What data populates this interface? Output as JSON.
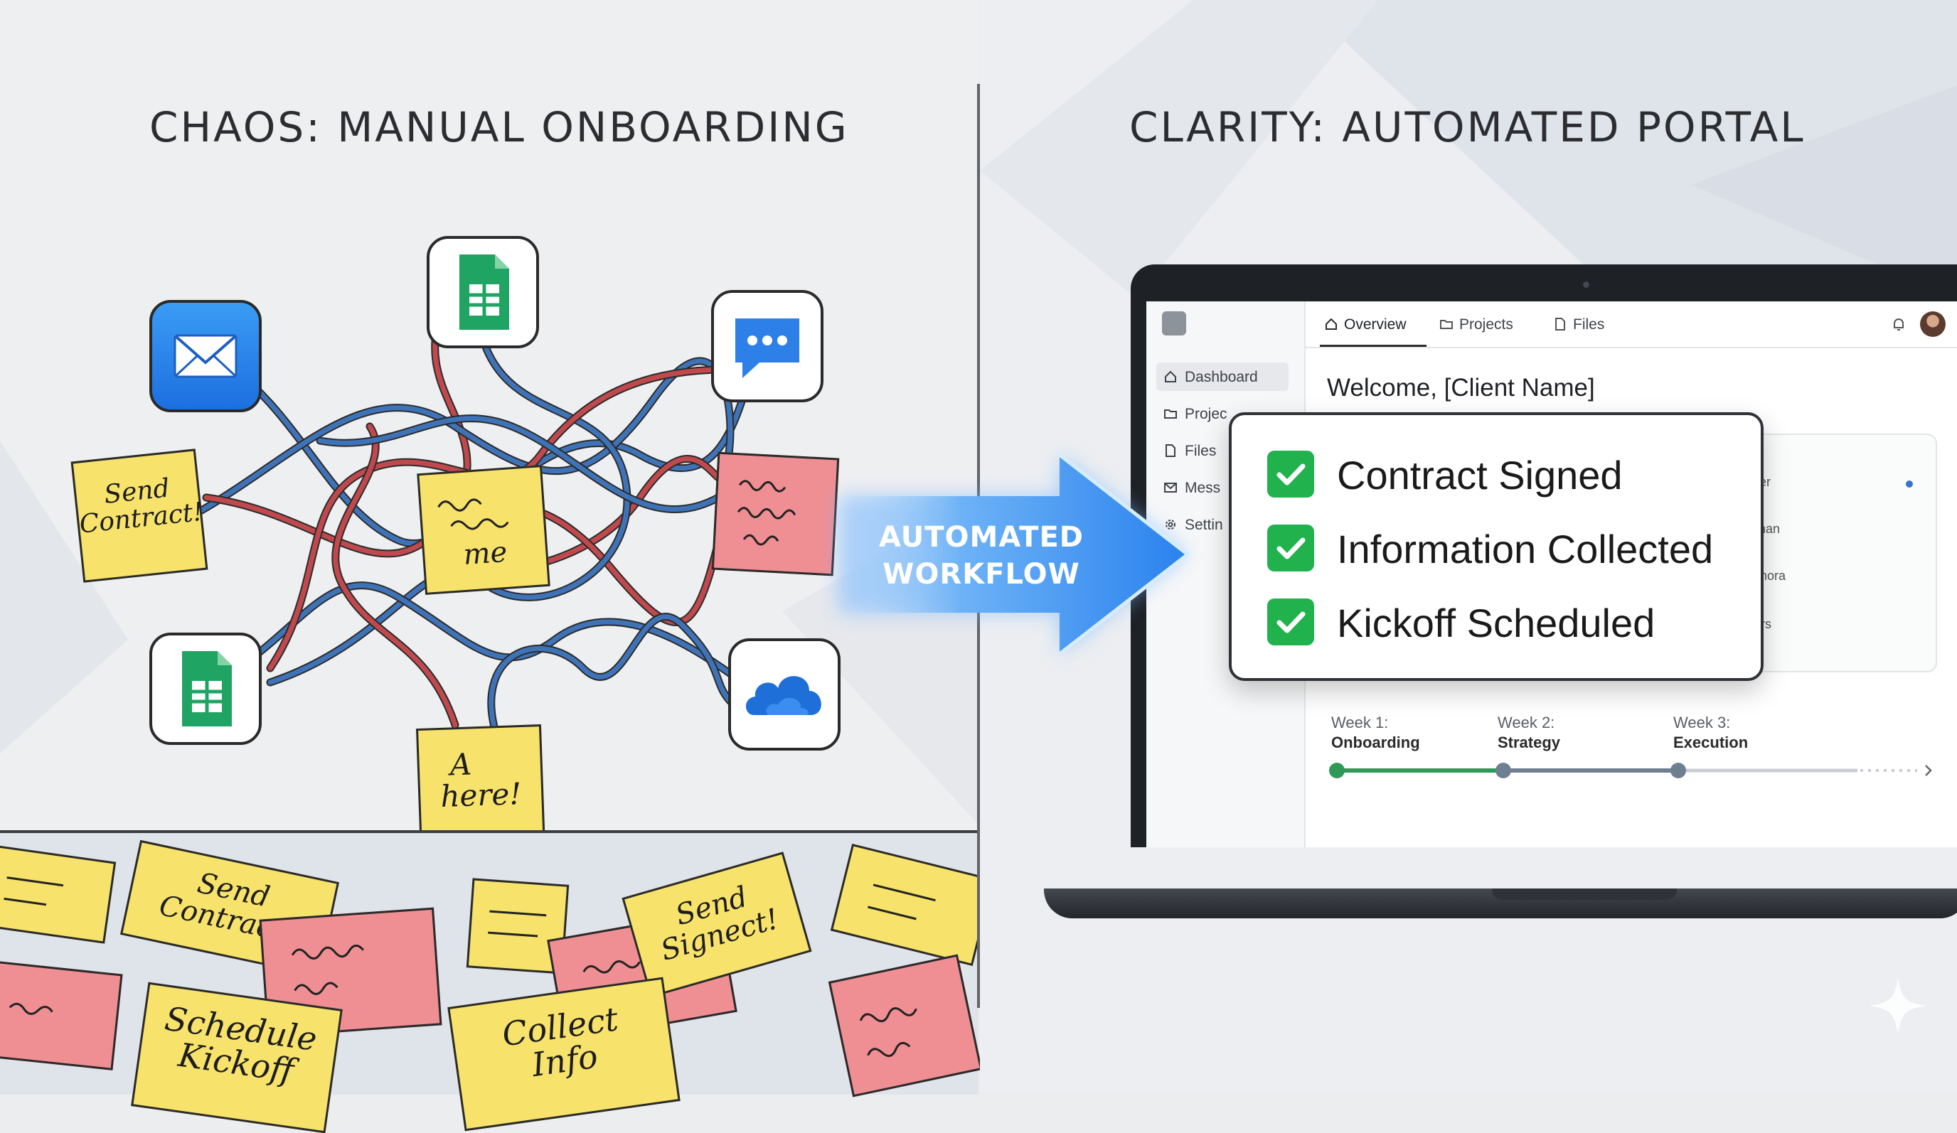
{
  "left": {
    "title": "CHAOS: MANUAL ONBOARDING",
    "notes": {
      "send_contract": "Send\nContract!",
      "center": "me",
      "here": "A    \nhere!",
      "floor_send_contract": "Send\nContract!",
      "floor_send_signect": "Send\nSignect!",
      "floor_schedule": "Schedule\nKickoff",
      "floor_collect": "Collect\nInfo"
    }
  },
  "arrow": {
    "label_line1": "AUTOMATED",
    "label_line2": "WORKFLOW"
  },
  "right": {
    "title": "CLARITY: AUTOMATED PORTAL",
    "portal": {
      "tabs": [
        "Overview",
        "Projects",
        "Files"
      ],
      "sidebar": [
        "Dashboard",
        "Projec",
        "Files",
        "Mess",
        "Settin"
      ],
      "welcome": "Welcome, [Client Name]",
      "behind_card": [
        "er",
        "man",
        "mora",
        "rs"
      ],
      "checklist": [
        "Contract Signed",
        "Information Collected",
        "Kickoff Scheduled"
      ],
      "timeline": [
        {
          "week": "Week 1:",
          "label": "Onboarding"
        },
        {
          "week": "Week 2:",
          "label": "Strategy"
        },
        {
          "week": "Week 3:",
          "label": "Execution"
        }
      ]
    }
  },
  "colors": {
    "accent_green": "#22b24d",
    "arrow_blue": "#3a8ff0",
    "note_yellow": "#f7e26b",
    "note_pink": "#ef8f93",
    "wire_blue": "#3f73b8",
    "wire_red": "#c0494d"
  },
  "icons": [
    "mail-icon",
    "spreadsheet-icon",
    "chat-icon",
    "cloud-icon",
    "check-icon",
    "home-icon",
    "folder-icon",
    "file-icon",
    "bell-icon",
    "gear-icon",
    "sparkle-icon"
  ]
}
